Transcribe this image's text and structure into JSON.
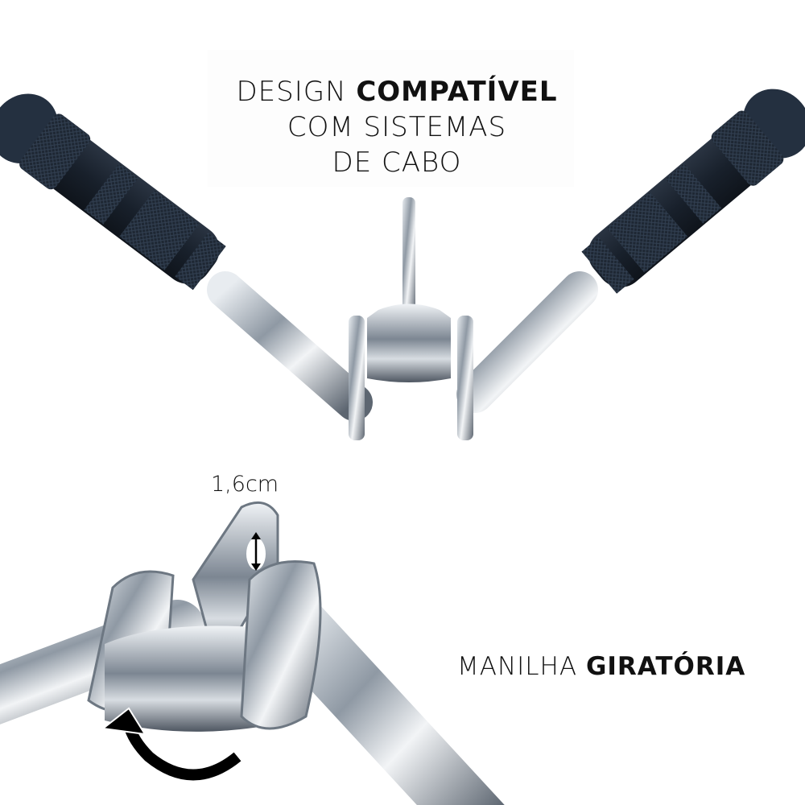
{
  "headline": {
    "line1_regular": "DESIGN ",
    "line1_bold": "COMPATÍVEL",
    "line2": "COM SISTEMAS",
    "line3": "DE CABO"
  },
  "detail": {
    "measurement": "1,6cm",
    "caption_regular": "MANILHA ",
    "caption_bold": "GIRATÓRIA"
  },
  "colors": {
    "background": "#ffffff",
    "grip": "#1c2430",
    "chrome": "#b9c0c8",
    "text": "#111111"
  },
  "icons": [
    "double-arrow-icon",
    "rotate-arrow-icon"
  ]
}
